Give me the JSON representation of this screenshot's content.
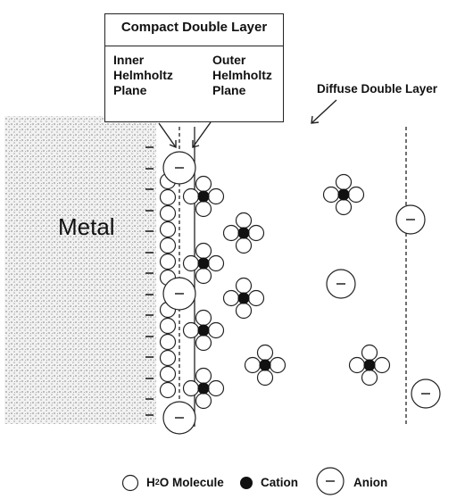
{
  "compact_layer": {
    "title": "Compact Double Layer",
    "inner_plane": [
      "Inner",
      "Helmholtz",
      "Plane"
    ],
    "outer_plane": [
      "Outer",
      "Helmholtz",
      "Plane"
    ]
  },
  "diffuse_label": "Diffuse Double Layer",
  "metal_label": "Metal",
  "legend": {
    "water_prefix": "H",
    "water_sub": "2",
    "water_suffix": "O Molecule",
    "cation": "Cation",
    "anion": "Anion"
  },
  "ion_charge_sign": "−",
  "colors": {
    "line": "#222222",
    "metal_texture": "#c9c9c9",
    "cation_fill": "#111111",
    "background": "#ffffff"
  }
}
